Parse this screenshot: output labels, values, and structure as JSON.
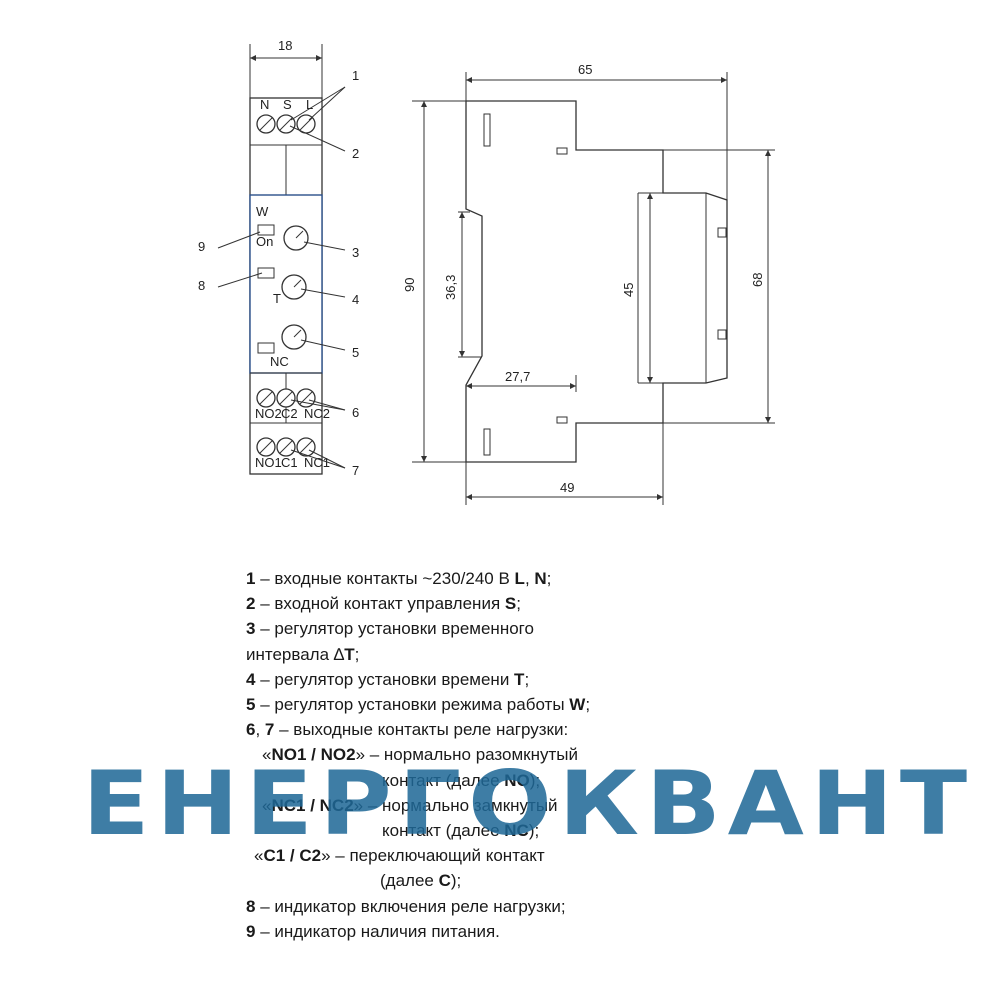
{
  "dimensions": {
    "width": "18",
    "depth": "65",
    "height": "90",
    "rail": "36,3",
    "front_height": "45",
    "body_height": "68",
    "offset": "27,7",
    "base_depth": "49"
  },
  "callouts": [
    "1",
    "2",
    "3",
    "4",
    "5",
    "6",
    "7",
    "8",
    "9"
  ],
  "device_labels": {
    "top_terminals": [
      "N",
      "S",
      "L"
    ],
    "w_label": "W",
    "on_label": "On",
    "t_label": "T",
    "nc_label": "NC",
    "bottom_terminals_upper": [
      "NO2",
      "C2",
      "NC2"
    ],
    "bottom_terminals_lower": [
      "NO1",
      "C1",
      "NC1"
    ]
  },
  "legend": [
    {
      "num": "1",
      "text": " – входные контакты ~230/240 В ",
      "b1": "L",
      "sep": ", ",
      "b2": "N",
      "tail": ";"
    },
    {
      "num": "2",
      "text": " – входной контакт управления ",
      "b1": "S",
      "tail": ";"
    },
    {
      "num": "3",
      "text": " – регулятор установки временного"
    },
    {
      "text": "интервала ∆",
      "b1": "T",
      "tail": ";"
    },
    {
      "num": "4",
      "text": " – регулятор установки времени ",
      "b1": "T",
      "tail": ";"
    },
    {
      "num": "5",
      "text": " – регулятор установки режима работы ",
      "b1": "W",
      "tail": ";"
    },
    {
      "num": "6",
      "sep0": ", ",
      "num2": "7",
      "text": " – выходные контакты реле нагрузки:"
    },
    {
      "pre": "«",
      "b1": "NO1 / NO2",
      "text": "» – нормально разомкнутый"
    },
    {
      "text": "контакт (далее ",
      "b1": "NO",
      "tail": ");"
    },
    {
      "pre": "«",
      "b1": "NC1 / NC2",
      "text": "» – нормально замкнутый"
    },
    {
      "text": "контакт (далее ",
      "b1": "NC",
      "tail": ");"
    },
    {
      "pre": "«",
      "b1": "C1 / C2",
      "text": "» – переключающий контакт"
    },
    {
      "text": "(далее ",
      "b1": "C",
      "tail": ");"
    },
    {
      "num": "8",
      "text": " – индикатор включения реле нагрузки;"
    },
    {
      "num": "9",
      "text": " – индикатор наличия питания."
    }
  ],
  "watermark": "ЕНЕРГОКВАНТ",
  "colors": {
    "watermark": "#1e6896",
    "label_blue": "#2a4f8a"
  }
}
